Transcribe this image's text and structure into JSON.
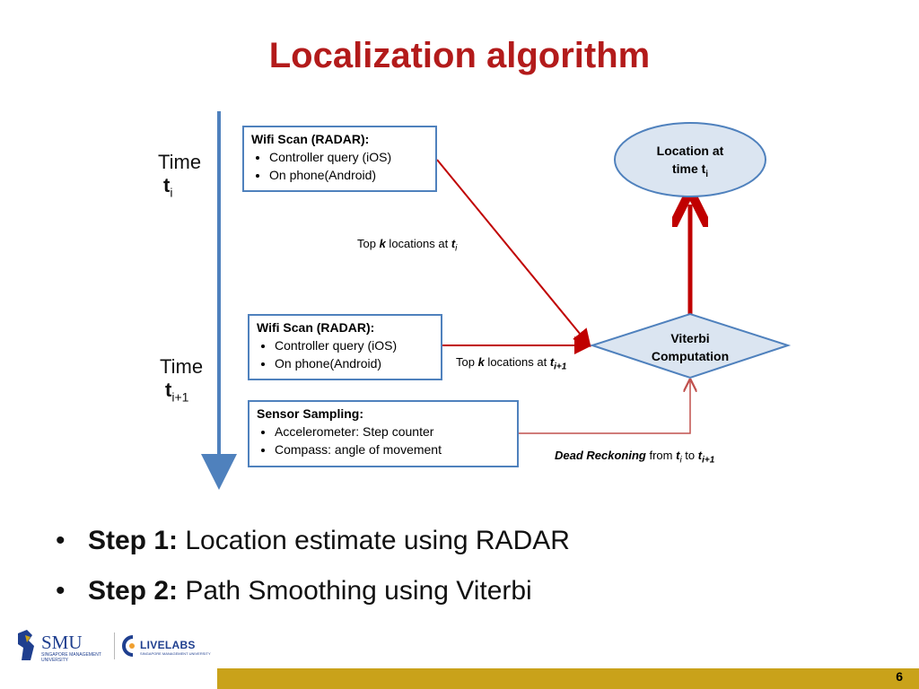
{
  "slide": {
    "title": "Localization algorithm",
    "page_number": "6"
  },
  "diagram": {
    "time_labels": [
      {
        "word": "Time",
        "var": "t",
        "sub": "i"
      },
      {
        "word": "Time",
        "var": "t",
        "sub": "i+1"
      }
    ],
    "boxes": [
      {
        "heading": "Wifi Scan (RADAR):",
        "items": [
          "Controller query (iOS)",
          "On phone(Android)"
        ]
      },
      {
        "heading": "Wifi Scan (RADAR):",
        "items": [
          "Controller query (iOS)",
          "On phone(Android)"
        ]
      },
      {
        "heading": "Sensor Sampling:",
        "items": [
          "Accelerometer: Step counter",
          "Compass: angle of movement"
        ]
      }
    ],
    "location_node": {
      "line1": "Location at",
      "line2": "time t",
      "sub": "i"
    },
    "viterbi_node": {
      "line1": "Viterbi",
      "line2": "Computation"
    },
    "edge_labels": {
      "top_k_i": {
        "prefix": "Top ",
        "k": "k",
        "mid": " locations at ",
        "t": "t",
        "sub": "i"
      },
      "top_k_i1": {
        "prefix": "Top ",
        "k": "k",
        "mid": " locations at ",
        "t": "t",
        "sub": "i+1"
      },
      "dead_reckoning": {
        "strong": "Dead Reckoning",
        "mid": " from ",
        "t1": "t",
        "sub1": "i",
        "to": " to ",
        "t2": "t",
        "sub2": "i+1"
      }
    },
    "colors": {
      "box_border": "#4f81bd",
      "ellipse_fill": "#dbe5f1",
      "arrow_red": "#c00000",
      "arrow_light_red": "#c0504d",
      "timeline": "#4f81bd"
    }
  },
  "bullets": [
    {
      "label": "Step 1:",
      "text": " Location estimate using RADAR"
    },
    {
      "label": "Step 2:",
      "text": " Path Smoothing using Viterbi"
    }
  ],
  "logos": {
    "smu": {
      "name": "SMU",
      "subtitle": "SINGAPORE MANAGEMENT UNIVERSITY"
    },
    "livelabs": {
      "name": "LIVELABS",
      "subtitle": "SINGAPORE MANAGEMENT UNIVERSITY"
    }
  }
}
